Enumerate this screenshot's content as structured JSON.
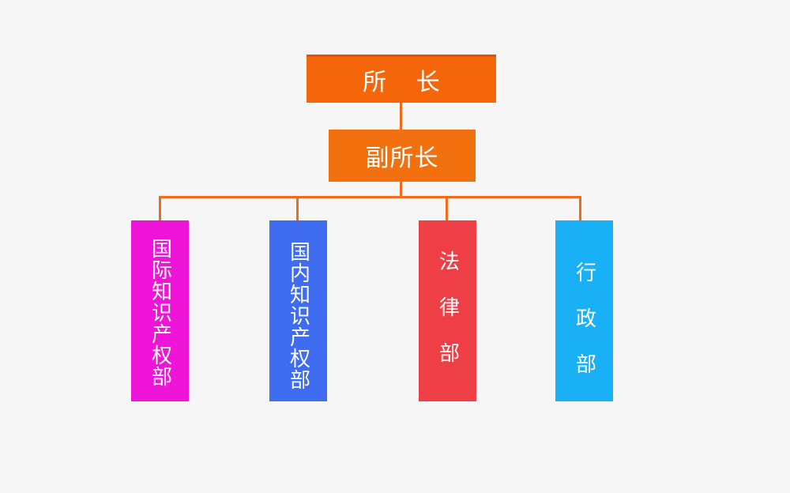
{
  "org_chart": {
    "director": "所 长",
    "deputy_director": "副所长",
    "departments": [
      "国际知识产权部",
      "国内知识产权部",
      "法律部",
      "行政部"
    ],
    "colors": {
      "director": "#f5650a",
      "deputy_director": "#f3700f",
      "connector": "#f26a1b",
      "international_ip": "#ee14d8",
      "domestic_ip": "#3f6cf0",
      "legal": "#ee3f46",
      "administration": "#1ab0f6"
    }
  }
}
